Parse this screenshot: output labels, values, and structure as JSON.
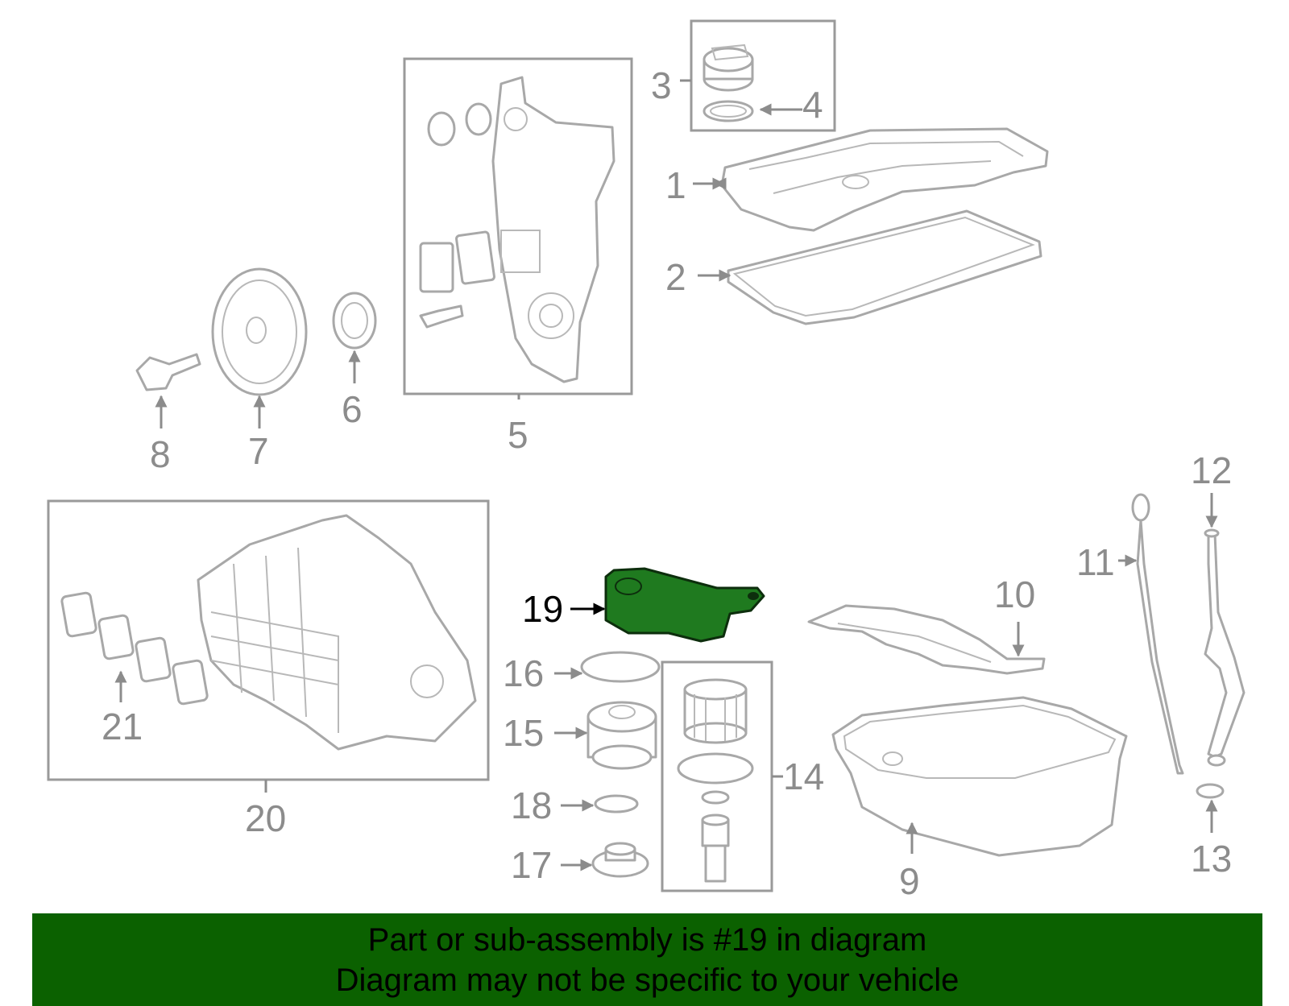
{
  "callouts": {
    "n1": "1",
    "n2": "2",
    "n3": "3",
    "n4": "4",
    "n5": "5",
    "n6": "6",
    "n7": "7",
    "n8": "8",
    "n9": "9",
    "n10": "10",
    "n11": "11",
    "n12": "12",
    "n13": "13",
    "n14": "14",
    "n15": "15",
    "n16": "16",
    "n17": "17",
    "n18": "18",
    "n19": "19",
    "n20": "20",
    "n21": "21"
  },
  "highlighted_part": "19",
  "colors": {
    "highlight_fill": "#1f7a1f",
    "banner_bg": "#0b6100",
    "line_gray": "#a8a8a8"
  },
  "banner": {
    "line1": "Part or sub-assembly is #19 in diagram",
    "line2": "Diagram may not be specific to your vehicle"
  }
}
